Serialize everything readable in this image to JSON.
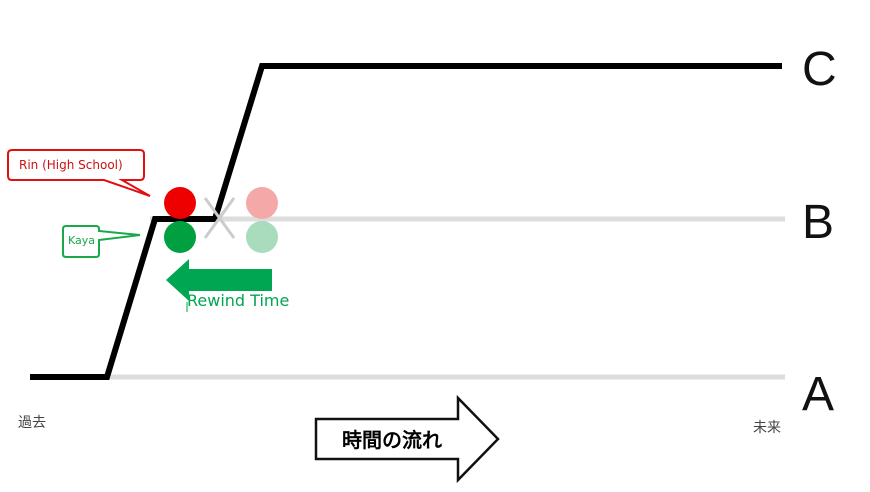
{
  "levels": {
    "a": "A",
    "b": "B",
    "c": "C"
  },
  "axis": {
    "past": "過去",
    "future": "未来",
    "time_flow": "時間の流れ"
  },
  "callouts": {
    "rin": "Rin (High School)",
    "kaya": "Kaya"
  },
  "rewind_label": "Rewind Time",
  "colors": {
    "timeline": "#000000",
    "guide": "#dddddd",
    "rin": "#ee0000",
    "rin_faded": "#f5a8a8",
    "kaya": "#00a040",
    "kaya_faded": "#a8dcbc",
    "rewind": "#00a651",
    "callout_red": "#e01010",
    "callout_green": "#19a84a"
  },
  "icons": {
    "cross": "cross-mark-icon",
    "rewind": "arrow-left-icon",
    "time": "arrow-right-icon"
  }
}
